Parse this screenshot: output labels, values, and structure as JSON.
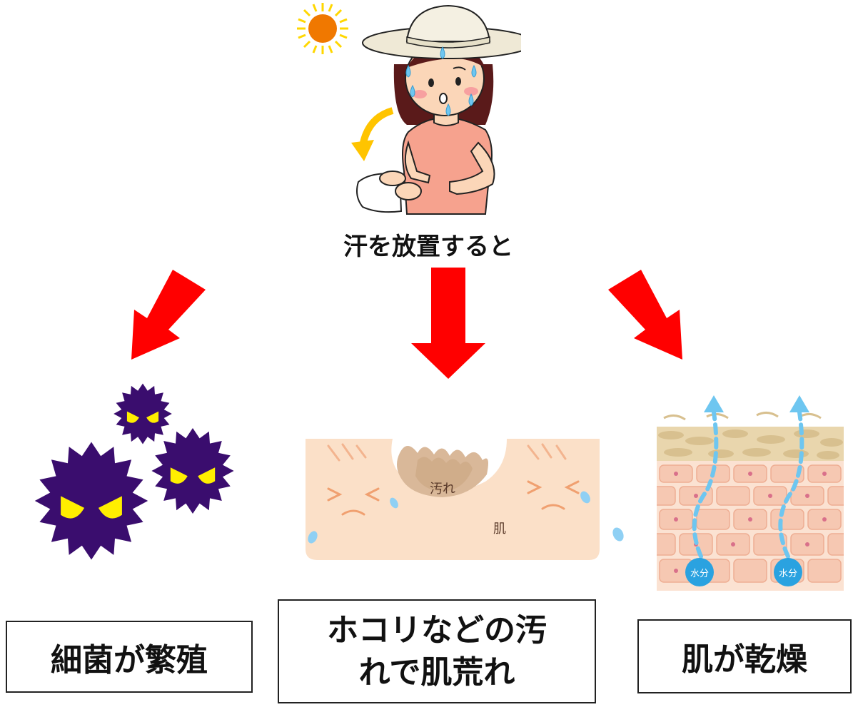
{
  "caption": "汗を放置すると",
  "outcomes": {
    "bacteria": "細菌が繁殖",
    "dirt_line1": "ホコリなどの汚",
    "dirt_line2": "れで肌荒れ",
    "dryness": "肌が乾燥"
  },
  "skin_labels": {
    "dirt": "汚れ",
    "skin": "肌"
  },
  "moisture_label": "水分",
  "colors": {
    "arrow": "#ff0000",
    "sun": "#f07800",
    "sun_ray": "#ffd700",
    "germ": "#3a0d6e",
    "germ_eye": "#ffee00",
    "skin": "#fbe0c8",
    "water": "#6ec6f0",
    "moisture_badge": "#2aa2e0"
  }
}
